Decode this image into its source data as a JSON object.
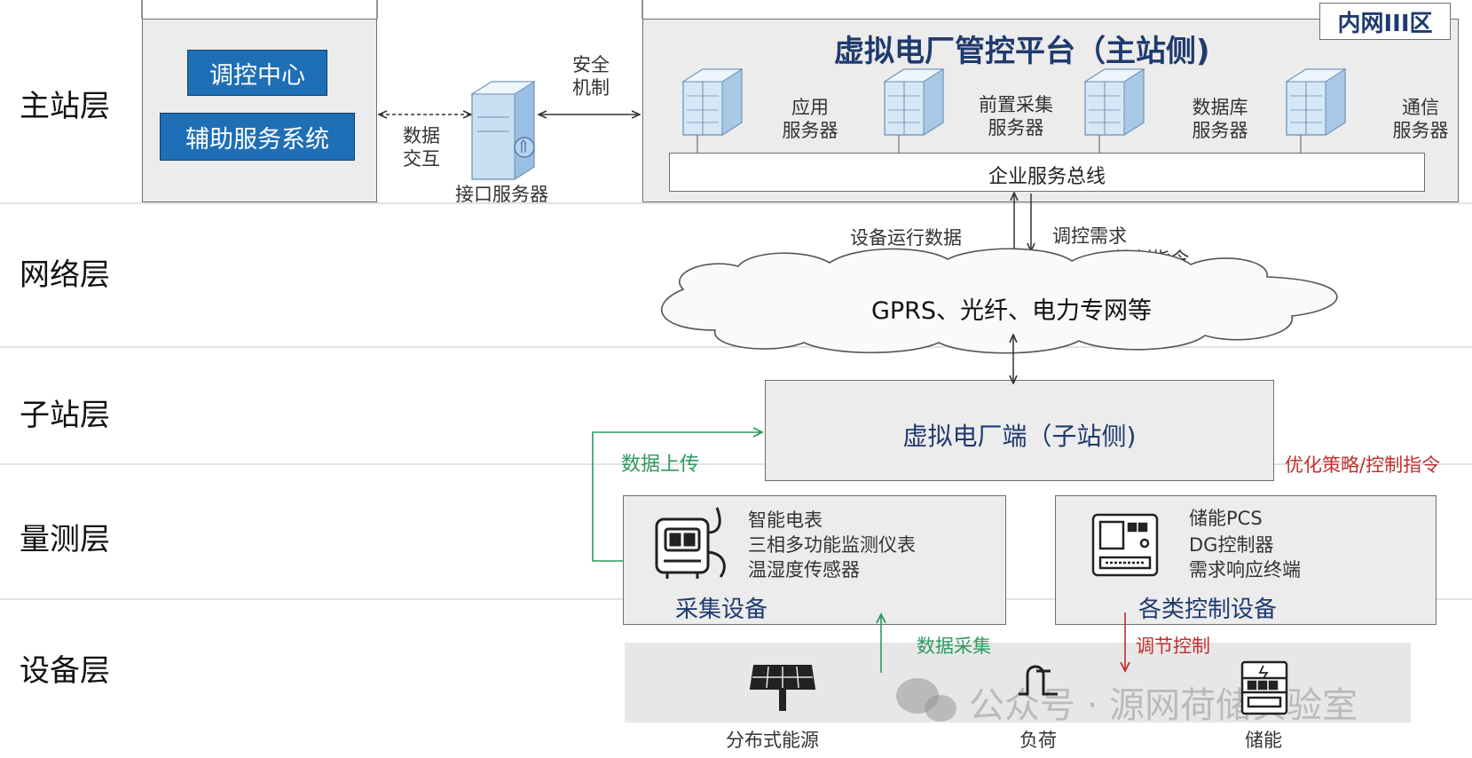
{
  "layers": {
    "master": "主站层",
    "network": "网络层",
    "substation": "子站层",
    "measure": "量测层",
    "device": "设备层"
  },
  "master": {
    "control_center": "调控中心",
    "aux_system": "辅助服务系统",
    "data_exchange": "数据\n交互",
    "security": "安全\n机制",
    "interface_server": "接口服务器",
    "zone_tag": "内网III区",
    "platform_title": "虚拟电厂管控平台（主站侧)",
    "servers": [
      "应用\n服务器",
      "前置采集\n服务器",
      "数据库\n服务器",
      "通信\n服务器"
    ],
    "esb": "企业服务总线"
  },
  "network": {
    "equipment_data": "设备运行数据",
    "control_demand": "调控需求",
    "control_cmd": "控制指令",
    "cloud": "GPRS、光纤、电力专网等"
  },
  "substation": {
    "terminal": "虚拟电厂端（子站侧)",
    "data_upload": "数据上传",
    "strategy": "优化策略/控制指令"
  },
  "measure": {
    "collect_items": [
      "智能电表",
      "三相多功能监测仪表",
      "温湿度传感器"
    ],
    "collect_title": "采集设备",
    "control_items": [
      "储能PCS",
      "DG控制器",
      "需求响应终端"
    ],
    "control_title": "各类控制设备"
  },
  "device": {
    "data_collect": "数据采集",
    "regulate": "调节控制",
    "watermark": "公众号 · 源网荷储实验室",
    "items": [
      "分布式能源",
      "负荷",
      "储能"
    ]
  },
  "colors": {
    "blue_button": "#1f6fb7",
    "navy_text": "#1f3a6e",
    "green_flow": "#2d9a5e",
    "red_flow": "#c0302e"
  }
}
